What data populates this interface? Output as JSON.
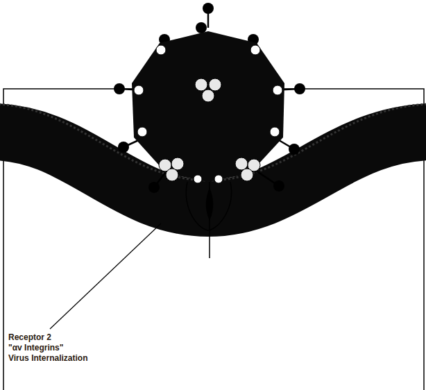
{
  "diagram": {
    "labels": [
      "Receptor 2",
      "\"αv Integrins\"",
      "Virus Internalization"
    ]
  }
}
